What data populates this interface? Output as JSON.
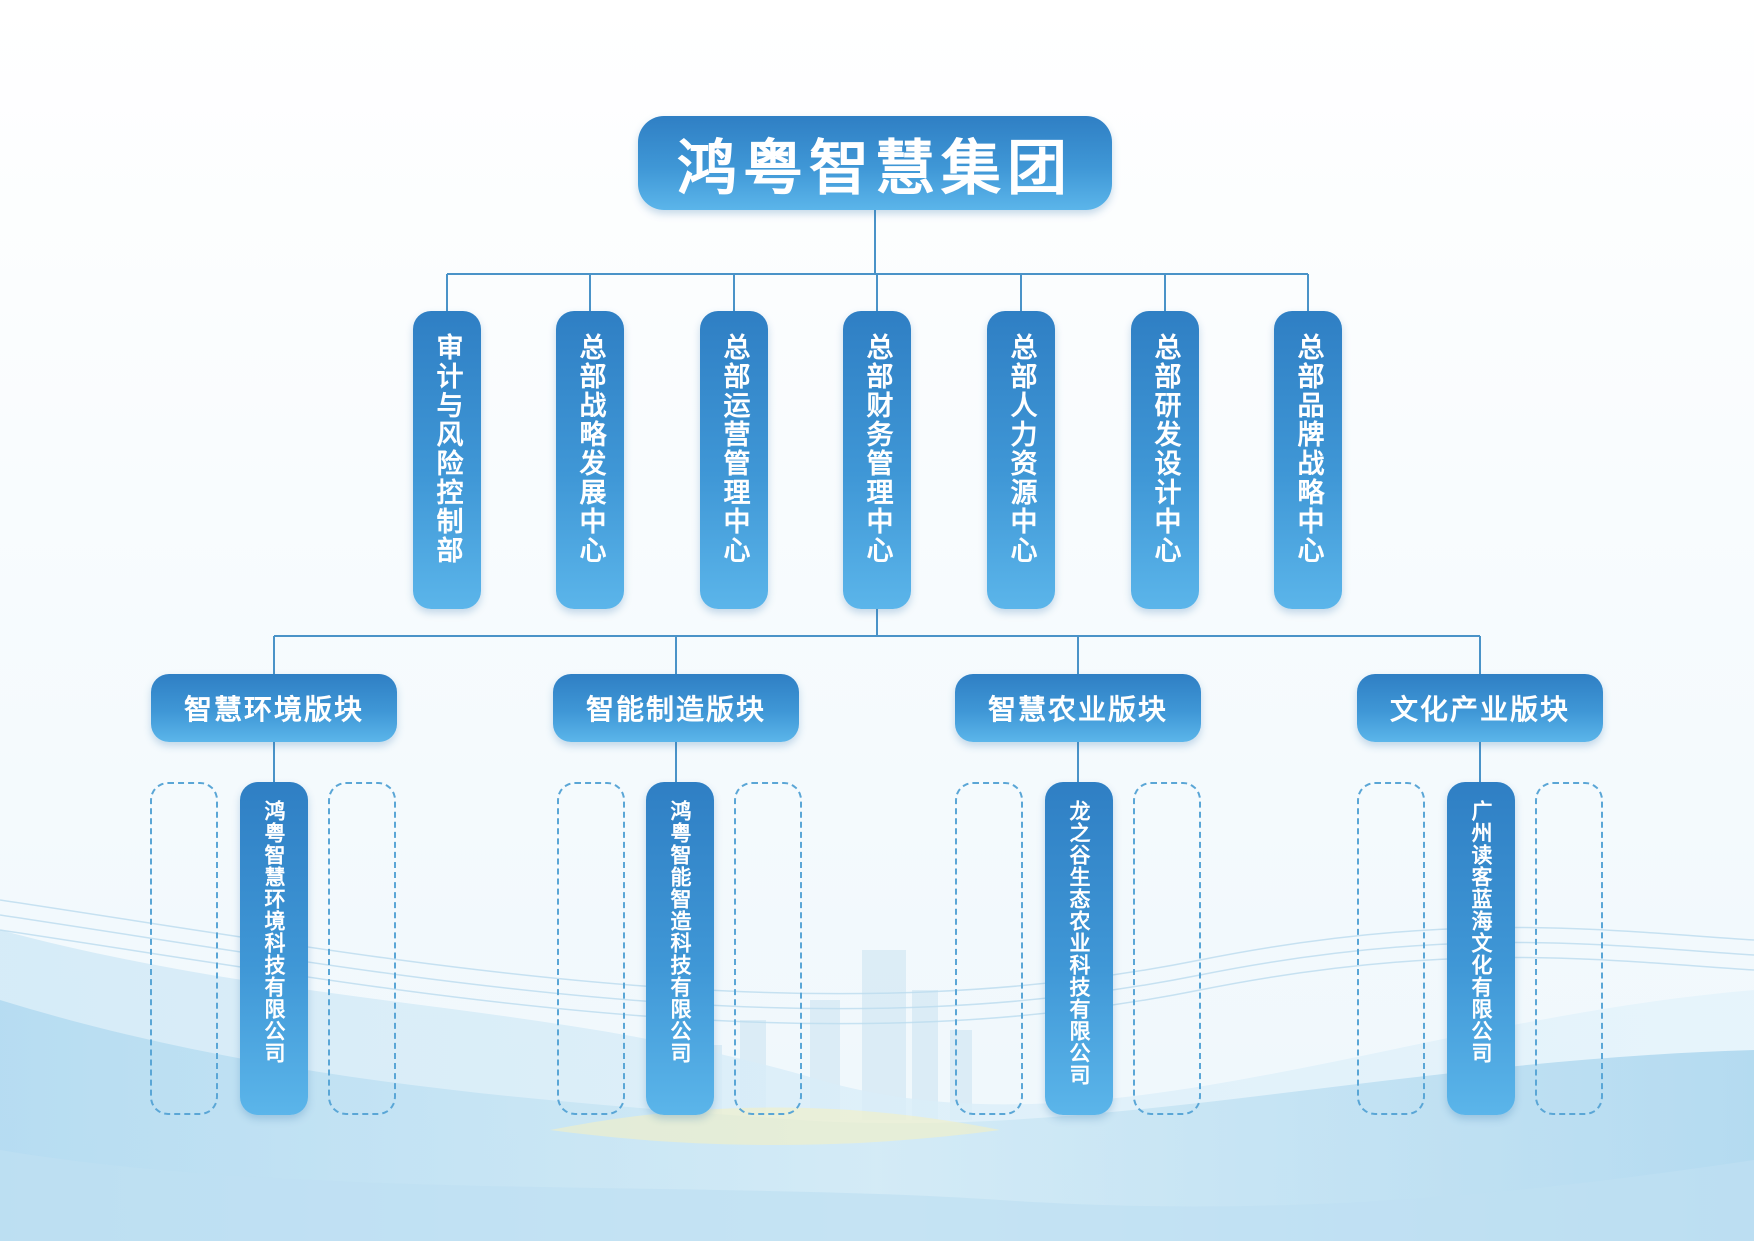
{
  "colors": {
    "node_top": "#2f7fc4",
    "node_bottom": "#5bb5ea",
    "connector": "#4a93c8",
    "dashed_border": "#5aa6d6",
    "text": "#ffffff"
  },
  "root": {
    "label": "鸿粤智慧集团"
  },
  "departments": [
    {
      "label": "审计与风险控制部"
    },
    {
      "label": "总部战略发展中心"
    },
    {
      "label": "总部运营管理中心"
    },
    {
      "label": "总部财务管理中心"
    },
    {
      "label": "总部人力资源中心"
    },
    {
      "label": "总部研发设计中心"
    },
    {
      "label": "总部品牌战略中心"
    }
  ],
  "sectors": [
    {
      "label": "智慧环境版块",
      "company": "鸿粤智慧环境科技有限公司"
    },
    {
      "label": "智能制造版块",
      "company": "鸿粤智能智造科技有限公司"
    },
    {
      "label": "智慧农业版块",
      "company": "龙之谷生态农业科技有限公司"
    },
    {
      "label": "文化产业版块",
      "company": "广州读客蓝海文化有限公司"
    }
  ]
}
